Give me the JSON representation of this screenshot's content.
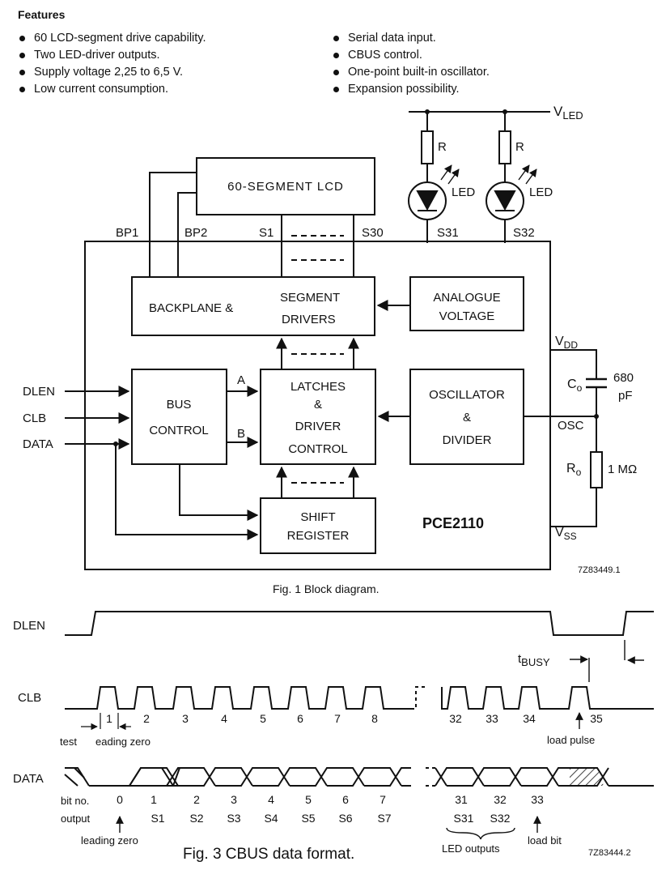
{
  "heading": "Features",
  "features_left": [
    "60 LCD-segment drive capability.",
    "Two LED-driver outputs.",
    "Supply voltage 2,25 to 6,5 V.",
    "Low current consumption."
  ],
  "features_right": [
    "Serial data input.",
    "CBUS control.",
    "One-point built-in oscillator.",
    "Expansion possibility."
  ],
  "fig1": {
    "vled": "V",
    "vled_sub": "LED",
    "r_label": "R",
    "led_label": "LED",
    "lcd": "60-SEGMENT LCD",
    "pins": {
      "bp1": "BP1",
      "bp2": "BP2",
      "s1": "S1",
      "s30": "S30",
      "s31": "S31",
      "s32": "S32"
    },
    "backplane": "BACKPLANE &",
    "segment": "SEGMENT",
    "drivers": "DRIVERS",
    "analogue1": "ANALOGUE",
    "analogue2": "VOLTAGE",
    "bus1": "BUS",
    "bus2": "CONTROL",
    "latch1": "LATCHES",
    "latch2": "&",
    "latch3": "DRIVER",
    "latch4": "CONTROL",
    "osc1": "OSCILLATOR",
    "osc2": "&",
    "osc3": "DIVIDER",
    "shift1": "SHIFT",
    "shift2": "REGISTER",
    "chip": "PCE2110",
    "inputs": [
      "DLEN",
      "CLB",
      "DATA"
    ],
    "line_a": "A",
    "line_b": "B",
    "vdd": "V",
    "vdd_sub": "DD",
    "co": "C",
    "co_sub": "o",
    "c_value1": "680",
    "c_value2": "pF",
    "osc_pin": "OSC",
    "ro": "R",
    "ro_sub": "o",
    "r_value": "1 MΩ",
    "vss": "V",
    "vss_sub": "SS",
    "code": "7Z83449.1",
    "caption": "Fig. 1  Block diagram."
  },
  "fig3": {
    "signals": [
      "DLEN",
      "CLB",
      "DATA"
    ],
    "tbusy": "t",
    "tbusy_sub": "BUSY",
    "clb_numbers": [
      "1",
      "2",
      "3",
      "4",
      "5",
      "6",
      "7",
      "8",
      "32",
      "33",
      "34",
      "35"
    ],
    "test_label": "test",
    "leading_zero_clb": "eading zero",
    "load_pulse": "load pulse",
    "bitno_label": "bit no.",
    "output_label": "output",
    "bit_numbers": [
      "0",
      "1",
      "2",
      "3",
      "4",
      "5",
      "6",
      "7",
      "31",
      "32",
      "33"
    ],
    "outputs": [
      "S1",
      "S2",
      "S3",
      "S4",
      "S5",
      "S6",
      "S7",
      "S31",
      "S32"
    ],
    "leading_zero": "leading zero",
    "led_outputs": "LED outputs",
    "load_bit": "load bit",
    "caption": "Fig. 3  CBUS data format.",
    "code": "7Z83444.2"
  }
}
